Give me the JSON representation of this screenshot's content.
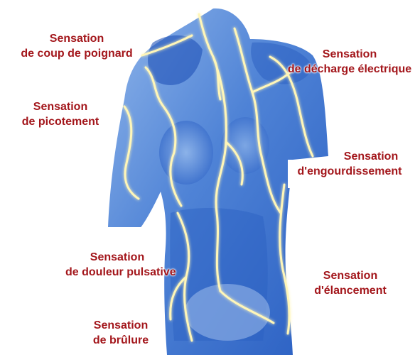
{
  "colors": {
    "label_text": "#a3161b",
    "body_light": "#8fb5ea",
    "body_mid": "#4f83d6",
    "body_dark": "#1f52b8",
    "nerve": "#fff6b8",
    "nerve_glow": "#f4d66a"
  },
  "labels": {
    "stab": {
      "line1": "Sensation",
      "line2": "de coup de poignard"
    },
    "electric": {
      "line1": "Sensation",
      "line2": "de décharge électrique"
    },
    "tingling": {
      "line1": "Sensation",
      "line2": "de picotement"
    },
    "numbness": {
      "line1": "Sensation",
      "line2": "d'engourdissement"
    },
    "throbbing": {
      "line1": "Sensation",
      "line2": "de douleur pulsative"
    },
    "shooting": {
      "line1": "Sensation",
      "line2": "d'élancement"
    },
    "burning": {
      "line1": "Sensation",
      "line2": "de brûlure"
    }
  }
}
